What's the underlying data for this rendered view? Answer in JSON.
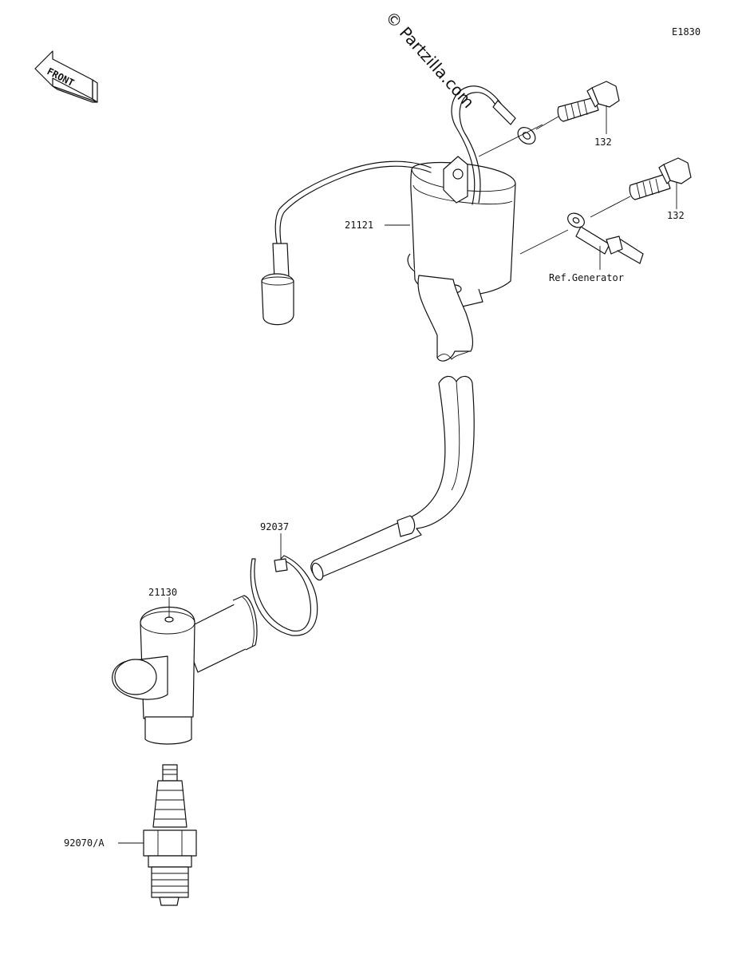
{
  "diagram_code": "E1830",
  "watermark": "© Partzilla.com",
  "front_label": "FRONT",
  "parts": {
    "ignition_coil": "21121",
    "bolt_upper": "132",
    "bolt_lower": "132",
    "ref_generator": "Ref.Generator",
    "clamp": "92037",
    "plug_cap": "21130",
    "spark_plug": "92070/A"
  }
}
